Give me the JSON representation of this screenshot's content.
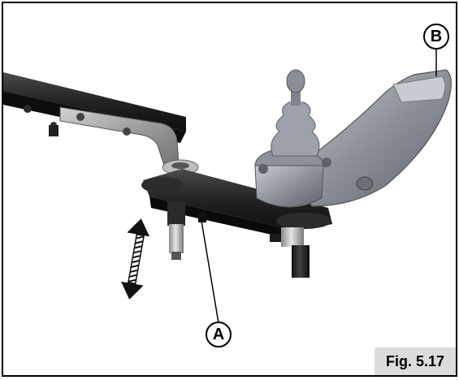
{
  "callouts": {
    "a": "A",
    "b": "B"
  },
  "caption": "Fig. 5.17",
  "icons": {
    "adjust_arrow": "double-headed-vertical-arrow-icon"
  },
  "colors": {
    "frame_border": "#000000",
    "caption_bg": "#dcdcdc",
    "arm_dark": "#1c1c1c",
    "bracket_metal": "#9a9a9a",
    "joystick_grey": "#8a8e96"
  }
}
